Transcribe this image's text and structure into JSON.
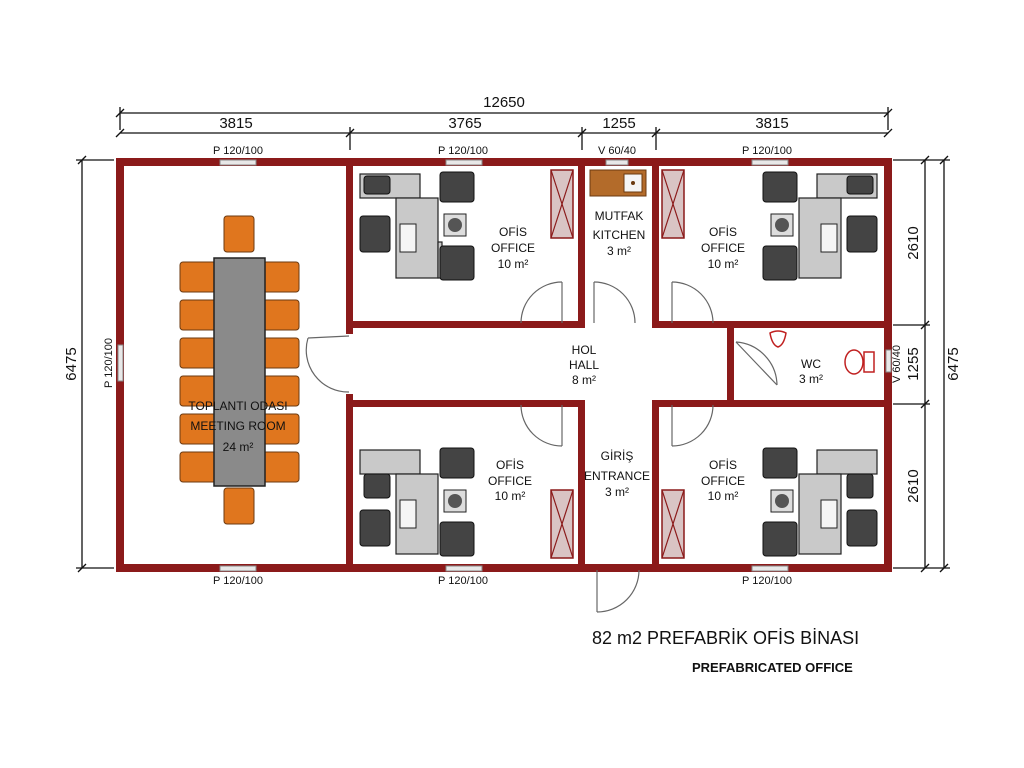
{
  "title": "82 m2 PREFABRİK OFİS BİNASI",
  "subtitle": "PREFABRICATED OFFICE",
  "dimensions": {
    "total_width": "12650",
    "segment_1": "3815",
    "segment_2": "3765",
    "segment_3": "1255",
    "segment_4": "3815",
    "total_height_left": "6475",
    "total_height_right": "6475",
    "right_upper": "2610",
    "right_middle": "1255",
    "right_lower": "2610"
  },
  "windows": {
    "top_1": "P 120/100",
    "top_2": "P 120/100",
    "top_3": "V 60/40",
    "top_4": "P 120/100",
    "bottom_1": "P 120/100",
    "bottom_2": "P 120/100",
    "bottom_3": "P 120/100",
    "left": "P 120/100",
    "right": "V 60/40"
  },
  "rooms": {
    "meeting": {
      "line1": "TOPLANTI ODASI",
      "line2": "MEETING ROOM",
      "area": "24 m²"
    },
    "office_top_left": {
      "line1": "OFİS",
      "line2": "OFFICE",
      "area": "10 m²"
    },
    "kitchen": {
      "line1": "MUTFAK",
      "line2": "KITCHEN",
      "area": "3 m²"
    },
    "office_top_right": {
      "line1": "OFİS",
      "line2": "OFFICE",
      "area": "10 m²"
    },
    "hall": {
      "line1": "HOL",
      "line2": "HALL",
      "area": "8 m²"
    },
    "wc": {
      "line1": "WC",
      "area": "3 m²"
    },
    "entrance": {
      "line1": "GİRİŞ",
      "line2": "ENTRANCE",
      "area": "3 m²"
    },
    "office_bottom_left": {
      "line1": "OFİS",
      "line2": "OFFICE",
      "area": "10 m²"
    },
    "office_bottom_right": {
      "line1": "OFİS",
      "line2": "OFFICE",
      "area": "10 m²"
    }
  },
  "colors": {
    "wall": "#8b1a1a",
    "chair_meeting": "#e0761e",
    "furniture": "#c9c9c9"
  }
}
